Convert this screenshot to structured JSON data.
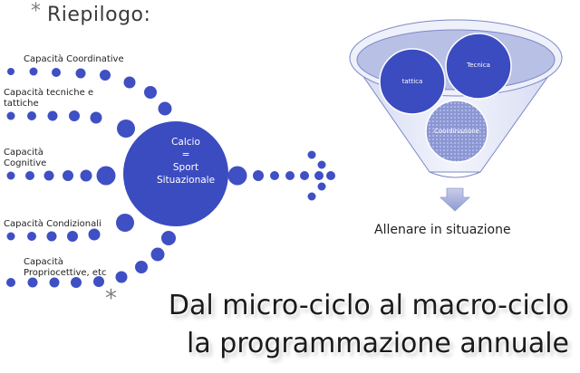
{
  "heading": {
    "bullet": "*",
    "text": "Riepilogo:"
  },
  "capacities": [
    {
      "label": "Capacità Coordinative"
    },
    {
      "label": "Capacità tecniche e tattiche"
    },
    {
      "label": "Capacità Cognitive"
    },
    {
      "label": "Capacità Condizionali"
    },
    {
      "label": "Capacità Propriocettive, etc"
    }
  ],
  "hub": {
    "line1": "Calcio",
    "line2": "=",
    "line3": "Sport",
    "line4": "Situazionale"
  },
  "funnel": {
    "circle_tattica": "tattica",
    "circle_tecnica": "Tecnica",
    "circle_coordinazione": "Coordinazione",
    "result": "Allenare in situazione"
  },
  "title": {
    "bullet": "*",
    "line1": "Dal micro-ciclo al macro-ciclo",
    "line2": "la programmazione annuale"
  },
  "colors": {
    "dot": "#3f4fc4",
    "hub": "#3b4cc0",
    "funnel_light": "#e2e6f7",
    "funnel_rim": "#b5bde3",
    "funnel_edge": "#7d88c6",
    "down_arrow": "#aab3de"
  }
}
